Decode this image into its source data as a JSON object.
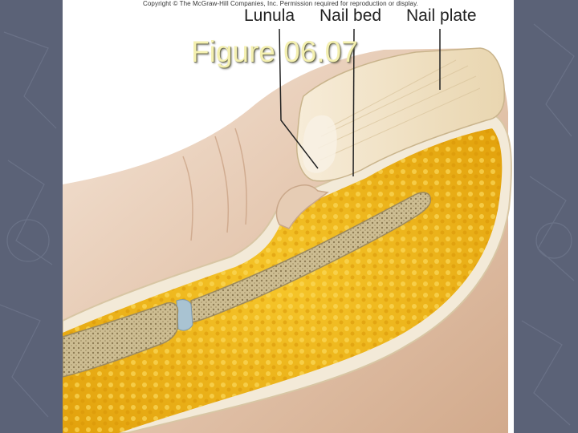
{
  "slide": {
    "title": "Figure 06.07",
    "background_color": "#5b6277",
    "title_color": "#f4f0b0"
  },
  "figure": {
    "copyright": "Copyright © The McGraw-Hill Companies, Inc. Permission required for reproduction or display.",
    "labels": {
      "lunula": "Lunula",
      "nail_bed": "Nail bed",
      "nail_plate": "Nail plate"
    },
    "colors": {
      "skin": "#e8cdb8",
      "fat": "#f0b818",
      "bone": "#c9b98e",
      "nail": "#efe2c8"
    }
  }
}
